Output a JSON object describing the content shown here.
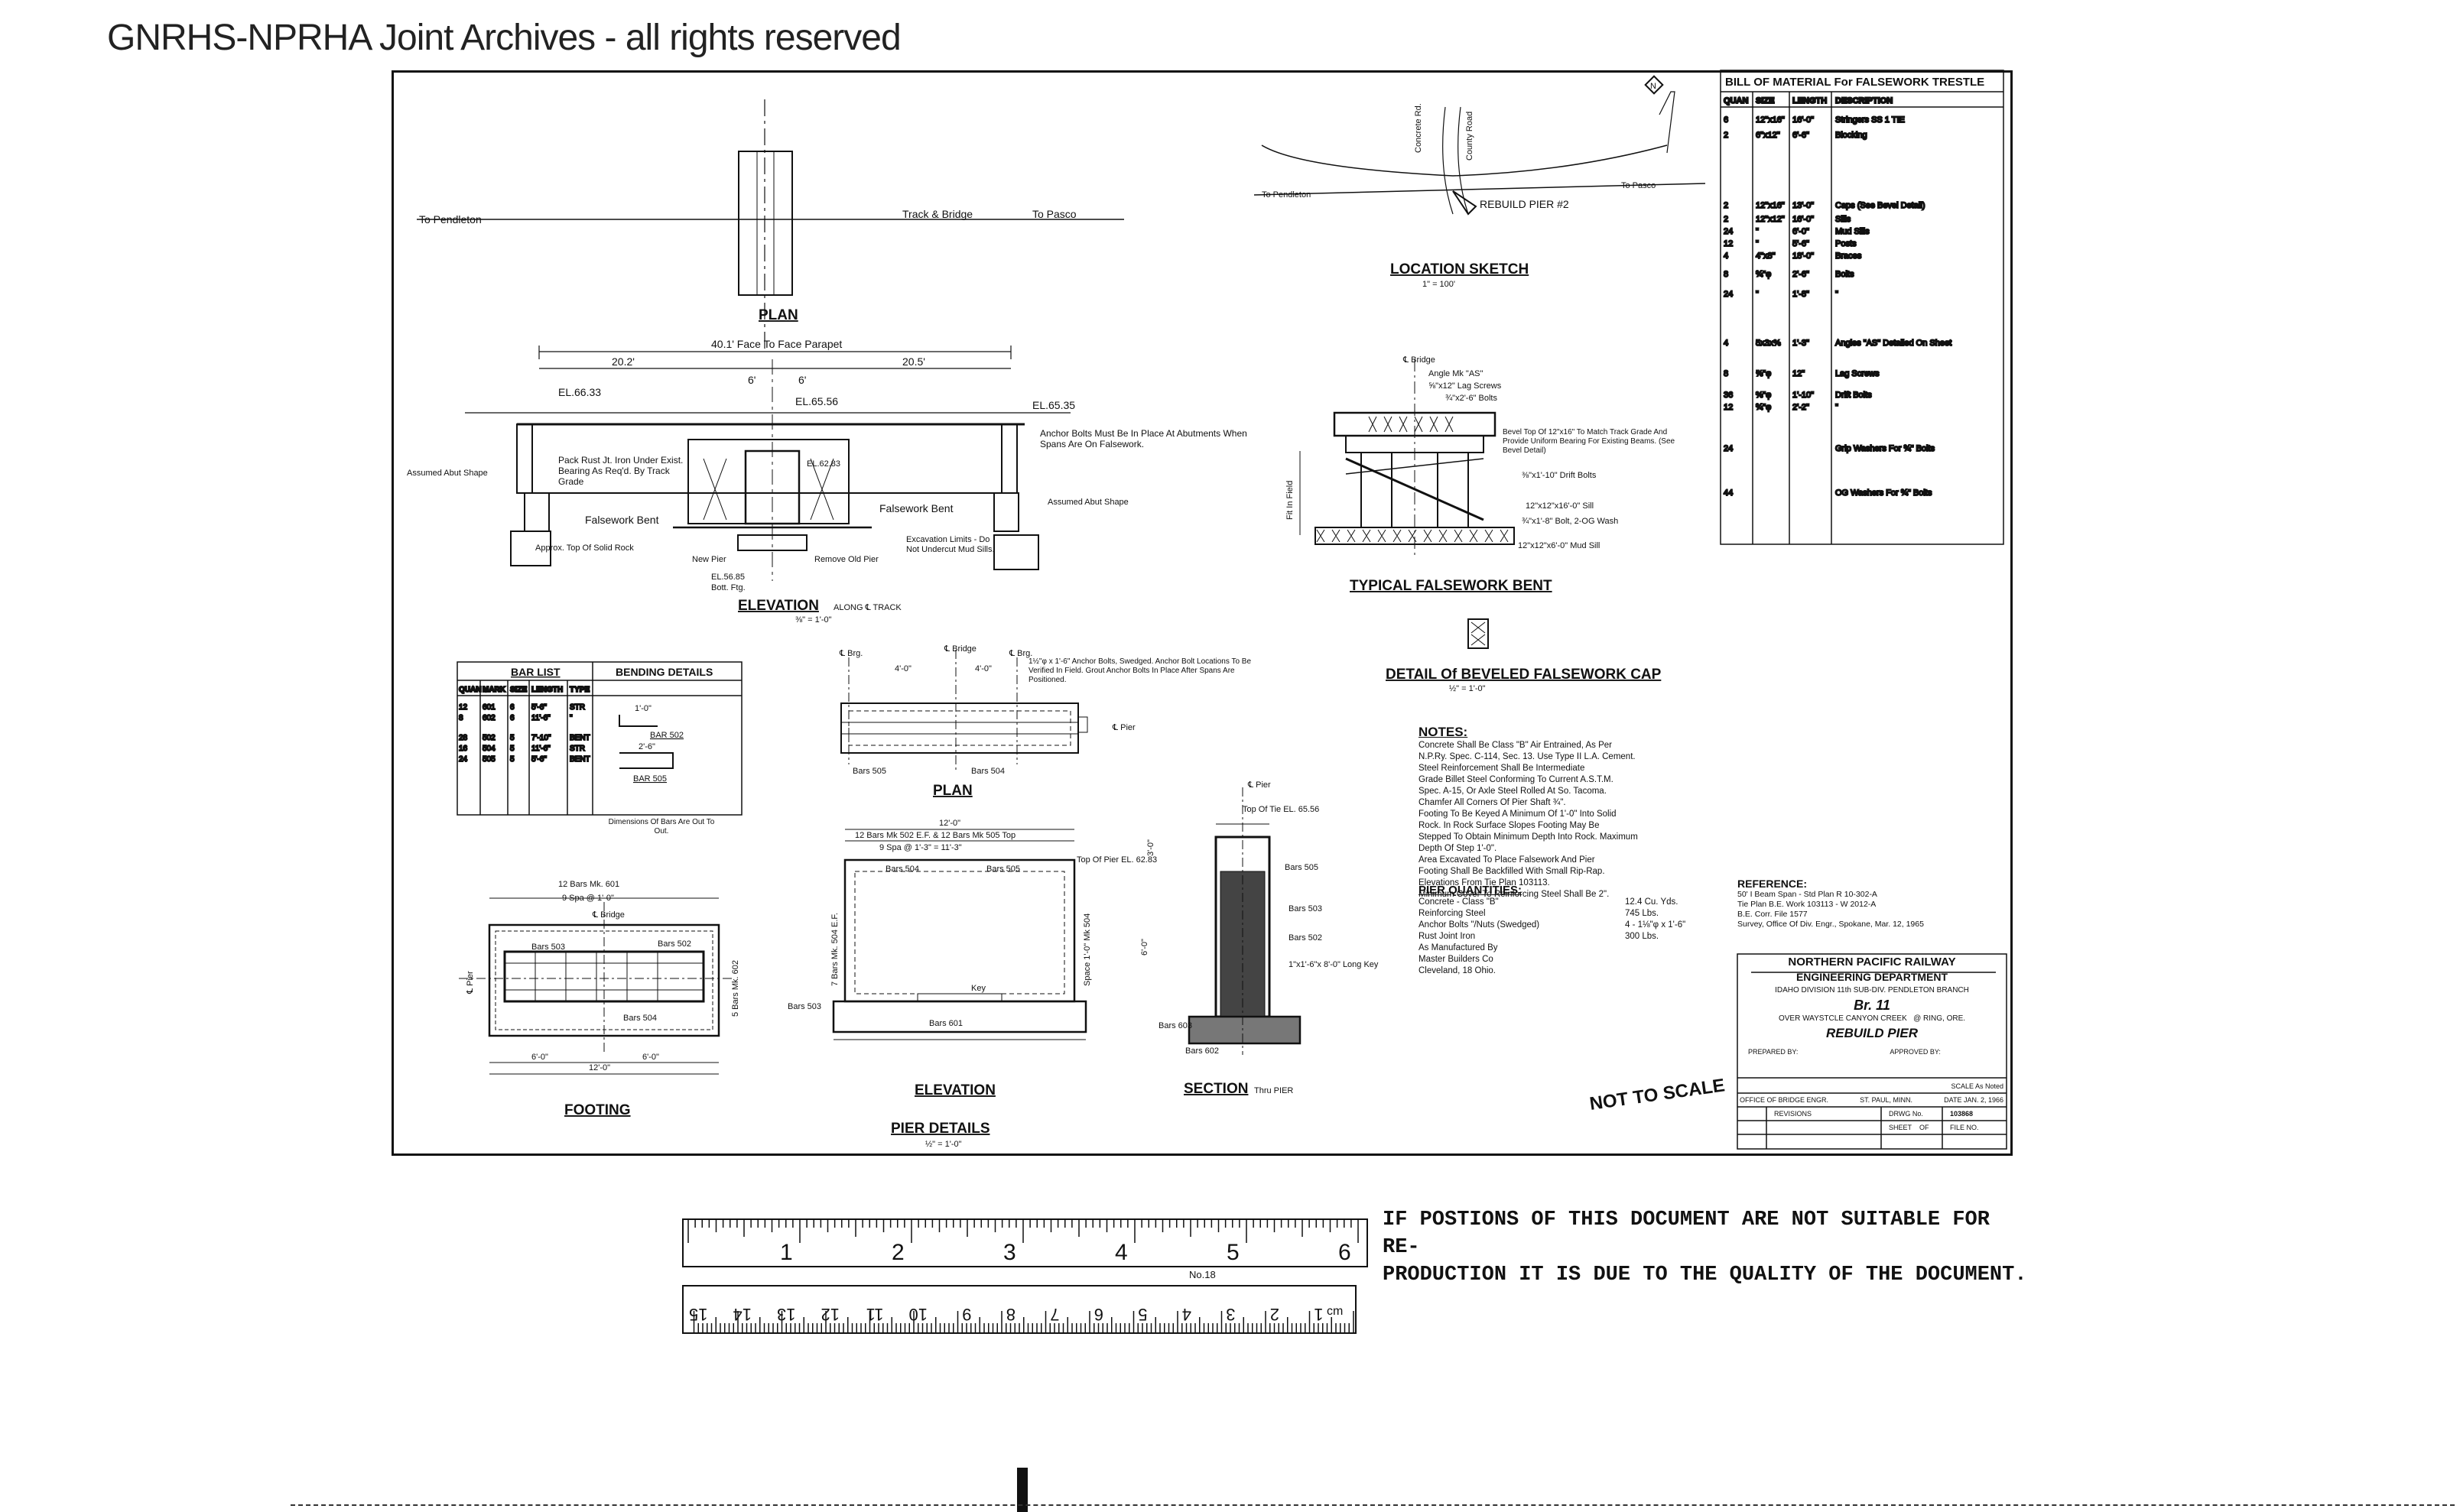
{
  "watermark": "GNRHS-NPRHA Joint Archives - all rights reserved",
  "plan": {
    "title": "PLAN",
    "to_pendleton": "To Pendleton",
    "track_bridge": "Track & Bridge",
    "to_pasco": "To Pasco"
  },
  "elevation": {
    "title": "ELEVATION",
    "title_suffix": "ALONG ℄ TRACK",
    "scale": "⅜\" = 1'-0\"",
    "face_to_face": "40.1' Face To Face Parapet",
    "dim_left": "20.2'",
    "dim_right": "20.5'",
    "dim_6a": "6'",
    "dim_6b": "6'",
    "el_left": "EL.66.33",
    "el_center": "EL.65.56",
    "el_right": "EL.65.35",
    "el_top": "EL.62.83",
    "el_bottom": "EL.56.85",
    "bott_ftg": "Bott. Ftg.",
    "note_anchor": "Anchor Bolts Must Be In Place At Abutments When Spans Are On Falsework.",
    "note_pack": "Pack Rust Jt. Iron Under Exist. Bearing As Req'd. By Track Grade",
    "assumed_abut_left": "Assumed Abut Shape",
    "assumed_abut_right": "Assumed Abut Shape",
    "falsework_bent": "Falsework Bent",
    "approx_rock": "Approx. Top Of Solid Rock",
    "new_pier": "New Pier",
    "remove_old_pier": "Remove Old Pier",
    "excavation": "Excavation Limits - Do Not Undercut Mud Sills."
  },
  "location_sketch": {
    "title": "LOCATION SKETCH",
    "scale": "1\" = 100'",
    "rebuild_pier": "REBUILD PIER #2",
    "to_pendleton": "To Pendleton",
    "to_pasco": "To Pasco",
    "concrete": "Concrete Rd.",
    "county_road": "County Road",
    "north": "N"
  },
  "bill_of_material": {
    "title": "BILL OF MATERIAL For FALSEWORK TRESTLE",
    "headers": [
      "QUAN",
      "SIZE",
      "LENGTH",
      "DESCRIPTION"
    ],
    "rows": [
      [
        "6",
        "12\"x16\"",
        "16'-0\"",
        "Stringers  SS 1 TIE"
      ],
      [
        "2",
        "6\"x12\"",
        "6'-6\"",
        "Blocking"
      ],
      [
        "2",
        "12\"x16\"",
        "13'-0\"",
        "Caps (See Bevel Detail)"
      ],
      [
        "2",
        "12\"x12\"",
        "16'-0\"",
        "Sills"
      ],
      [
        "24",
        "\"",
        "6'-0\"",
        "Mud Sills"
      ],
      [
        "12",
        "\"",
        "5'-6\"",
        "Posts"
      ],
      [
        "4",
        "4\"x8\"",
        "18'-0\"",
        "Braces"
      ],
      [
        "8",
        "¾\"φ",
        "2'-6\"",
        "Bolts"
      ],
      [
        "24",
        "\"",
        "1'-8\"",
        "\""
      ],
      [
        "4",
        "5x3x⅜",
        "1'-3\"",
        "Angles \"AS\" Detailed On Sheet"
      ],
      [
        "8",
        "⅝\"φ",
        "12\"",
        "Lag Screws"
      ],
      [
        "36",
        "⅜\"φ",
        "1'-10\"",
        "Drift Bolts"
      ],
      [
        "12",
        "¾\"φ",
        "2'-2\"",
        "\""
      ],
      [
        "24",
        "",
        "",
        "Grip Washers For ¾\" Bolts"
      ],
      [
        "44",
        "",
        "",
        "OG Washers For ¾\" Bolts"
      ]
    ]
  },
  "falsework": {
    "title": "TYPICAL FALSEWORK BENT",
    "bridge": "℄ Bridge",
    "angle": "Angle Mk \"AS\"",
    "lag_screws": "⅝\"x12\" Lag Screws",
    "bolts": "¾\"x2'-6\" Bolts",
    "bevel": "Bevel Top Of 12\"x16\" To Match Track Grade And Provide Uniform Bearing For Existing Beams. (See Bevel Detail)",
    "drift": "⅜\"x1'-10\" Drift Bolts",
    "sill": "12\"x12\"x16'-0\" Sill",
    "bolt2": "¾\"x1'-8\" Bolt, 2-OG Wash",
    "mudsill": "12\"x12\"x6'-0\" Mud Sill",
    "fit": "Fit In Field"
  },
  "bevel_detail": {
    "title": "DETAIL Of BEVELED FALSEWORK CAP",
    "scale": "½\" = 1'-0\""
  },
  "bar_list": {
    "title": "BAR LIST",
    "title2": "BENDING DETAILS",
    "headers": [
      "QUAN",
      "MARK",
      "SIZE",
      "LENGTH",
      "TYPE"
    ],
    "rows": [
      [
        "12",
        "601",
        "6",
        "5'-6\"",
        "STR"
      ],
      [
        "8",
        "602",
        "6",
        "11'-6\"",
        "\""
      ],
      [
        "28",
        "502",
        "5",
        "7'-10\"",
        "BENT"
      ],
      [
        "16",
        "504",
        "5",
        "11'-6\"",
        "STR"
      ],
      [
        "24",
        "505",
        "5",
        "5'-6\"",
        "BENT"
      ]
    ],
    "bar502": "BAR 502",
    "bar505": "BAR 505",
    "dim1": "1'-0\"",
    "dim2": "2'-6\"",
    "note": "Dimensions Of Bars Are Out To Out."
  },
  "pier_plan": {
    "title": "PLAN",
    "brg_left": "℄ Brg.",
    "bridge": "℄ Bridge",
    "brg_right": "℄ Brg.",
    "dim_a": "4'-0\"",
    "dim_b": "4'-0\"",
    "note": "1½\"φ x 1'-6\" Anchor Bolts, Swedged. Anchor Bolt Locations To Be Verified In Field. Grout Anchor Bolts In Place After Spans Are Positioned.",
    "pier": "℄ Pier",
    "bars505": "Bars 505",
    "bars504": "Bars 504"
  },
  "footing": {
    "title": "FOOTING",
    "bars_top": "12 Bars Mk. 601",
    "spa": "9 Spa @ 1'-0\"",
    "bridge": "℄ Bridge",
    "bars503": "Bars 503",
    "bars502": "Bars 502",
    "bars504": "Bars 504",
    "dim6a": "6'-0\"",
    "dim6b": "6'-0\"",
    "dim12": "12'-0\"",
    "pier": "℄ Pier",
    "side": "5 Bars Mk. 602"
  },
  "pier_elev": {
    "title": "ELEVATION",
    "dim": "12'-0\"",
    "bars": "12 Bars Mk 502 E.F. & 12 Bars Mk 505 Top",
    "spa": "9 Spa @ 1'-3\" = 11'-3\"",
    "bars504": "Bars 504",
    "bars505": "Bars 505",
    "top_pier": "Top Of Pier EL. 62.83",
    "key": "Key",
    "bars601": "Bars 601",
    "bars503": "Bars 503",
    "side": "7 Bars Mk. 504 E.F.",
    "side2": "Space 1'-0\" Mk 504"
  },
  "section": {
    "title": "SECTION",
    "title2": "Thru PIER",
    "pier": "℄ Pier",
    "top_tie": "Top Of Tie EL. 65.56",
    "dim": "3'-0\"",
    "bars505": "Bars 505",
    "bars503": "Bars 503",
    "bars502": "Bars 502",
    "key": "1\"x1'-6\"x 8'-0\" Long Key",
    "bars603": "Bars 603",
    "bars602": "Bars 602",
    "dim2": "6'-0\""
  },
  "pier_details": {
    "title": "PIER DETAILS",
    "scale": "½\" = 1'-0\""
  },
  "notes": {
    "title": "NOTES:",
    "lines": [
      "Concrete Shall Be Class \"B\" Air Entrained, As Per",
      "N.P.Ry. Spec. C-114, Sec. 13. Use Type II L.A. Cement.",
      "Steel Reinforcement Shall Be Intermediate",
      "Grade Billet Steel Conforming To Current A.S.T.M.",
      "Spec. A-15, Or Axle Steel Rolled At So. Tacoma.",
      "Chamfer All Corners Of Pier Shaft ¾\".",
      "Footing To Be Keyed A Minimum Of 1'-0\" Into Solid",
      "Rock. In Rock Surface Slopes Footing May Be",
      "Stepped To Obtain Minimum Depth Into Rock. Maximum",
      "Depth Of Step 1'-0\".",
      "Area Excavated To Place Falsework And Pier",
      "Footing Shall Be Backfilled With Small Rip-Rap.",
      "Elevations From Tie Plan 103113.",
      "Minimum Cover To Reinforcing Steel Shall Be 2\"."
    ]
  },
  "quantities": {
    "title": "PIER QUANTITIES:",
    "rows": [
      [
        "Concrete - Class \"B\"",
        "12.4 Cu. Yds."
      ],
      [
        "Reinforcing Steel",
        "745 Lbs."
      ],
      [
        "Anchor Bolts \"/Nuts (Swedged)",
        "4 - 1⅛\"φ x 1'-6\""
      ],
      [
        "Rust Joint Iron",
        "300 Lbs."
      ],
      [
        "As Manufactured By",
        ""
      ],
      [
        "Master Builders Co",
        ""
      ],
      [
        "Cleveland, 18 Ohio.",
        ""
      ]
    ]
  },
  "reference": {
    "title": "REFERENCE:",
    "lines": [
      "50' I Beam Span - Std Plan  R 10-302-A",
      "Tie Plan  B.E. Work 103113 - W 2012-A",
      "B.E. Corr. File 1577",
      "Survey, Office Of Div. Engr., Spokane, Mar. 12, 1965"
    ]
  },
  "title_block": {
    "company": "NORTHERN PACIFIC RAILWAY",
    "department": "ENGINEERING DEPARTMENT",
    "division_line": "IDAHO  DIVISION  11th  SUB-DIV.  PENDLETON BRANCH",
    "bridge": "Br. 11",
    "over": "OVER WAYSTCLE CANYON CREEK",
    "ring": "@ RING, ORE.",
    "subject": "REBUILD PIER",
    "prepared": "PREPARED BY:",
    "approved": "APPROVED BY:",
    "scale": "SCALE  As Noted",
    "office": "OFFICE OF BRIDGE ENGR.",
    "city": "ST. PAUL, MINN.",
    "date": "DATE  JAN. 2, 1966",
    "revisions": "REVISIONS",
    "drwg": "DRWG No.",
    "number": "103868",
    "sheet": "SHEET",
    "of": "OF",
    "file": "FILE NO."
  },
  "not_to_scale": "NOT TO SCALE",
  "ruler": {
    "inches": [
      "1",
      "2",
      "3",
      "4",
      "5",
      "6"
    ],
    "cm": [
      "1",
      "2",
      "3",
      "4",
      "5",
      "6",
      "7",
      "8",
      "9",
      "10",
      "11",
      "12",
      "13",
      "14",
      "15"
    ],
    "cm_label": "cm",
    "model": "No.18"
  },
  "notice": {
    "line1": "IF POSTIONS OF THIS DOCUMENT ARE NOT SUITABLE FOR RE-",
    "line2": "PRODUCTION IT IS DUE TO THE QUALITY OF THE DOCUMENT."
  }
}
